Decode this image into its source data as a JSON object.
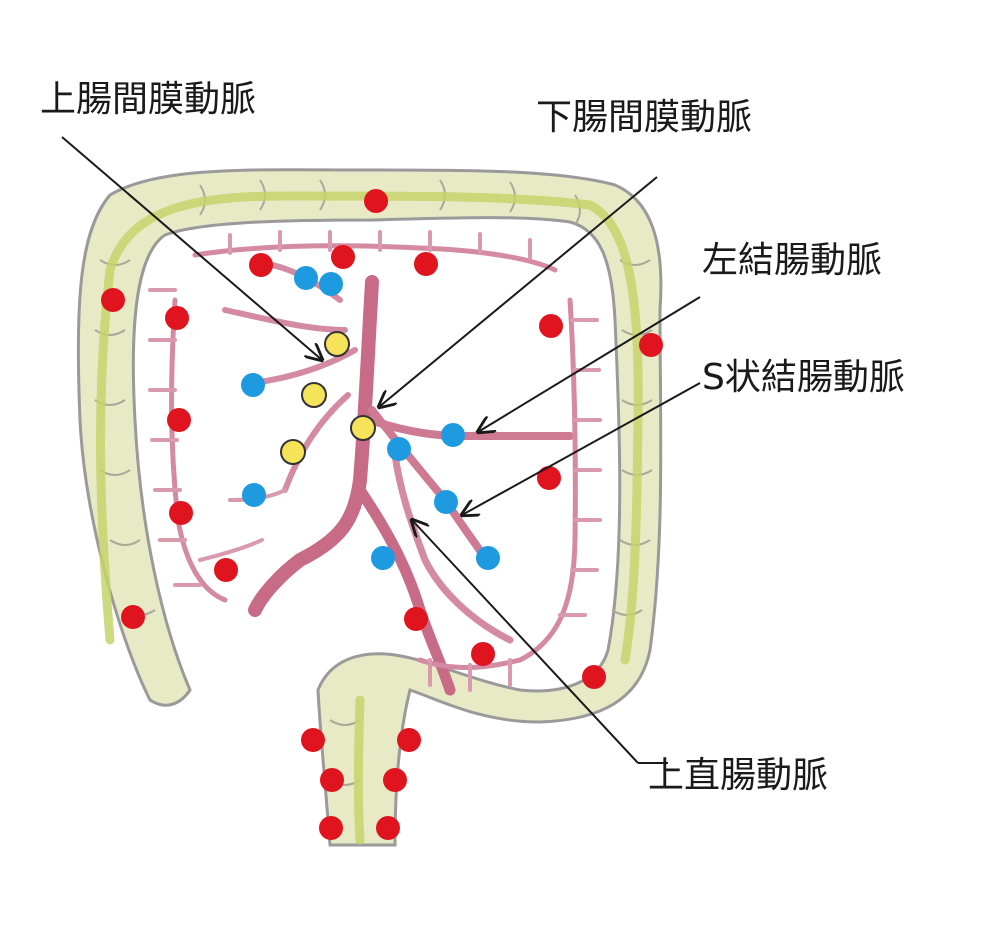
{
  "labels": {
    "superior_mesenteric_artery": "上腸間膜動脈",
    "inferior_mesenteric_artery": "下腸間膜動脈",
    "left_colic_artery": "左結腸動脈",
    "sigmoid_artery": "S状結腸動脈",
    "superior_rectal_artery": "上直腸動脈"
  },
  "colors": {
    "colon_fill": "#e6e8c4",
    "colon_outline": "#9c9c9c",
    "taenia": "#c8d66a",
    "artery": "#c76b86",
    "artery_light": "#e3a7b8",
    "red_marker": "#e0141e",
    "blue_marker": "#1e9be0",
    "yellow_marker": "#f5e45a"
  }
}
